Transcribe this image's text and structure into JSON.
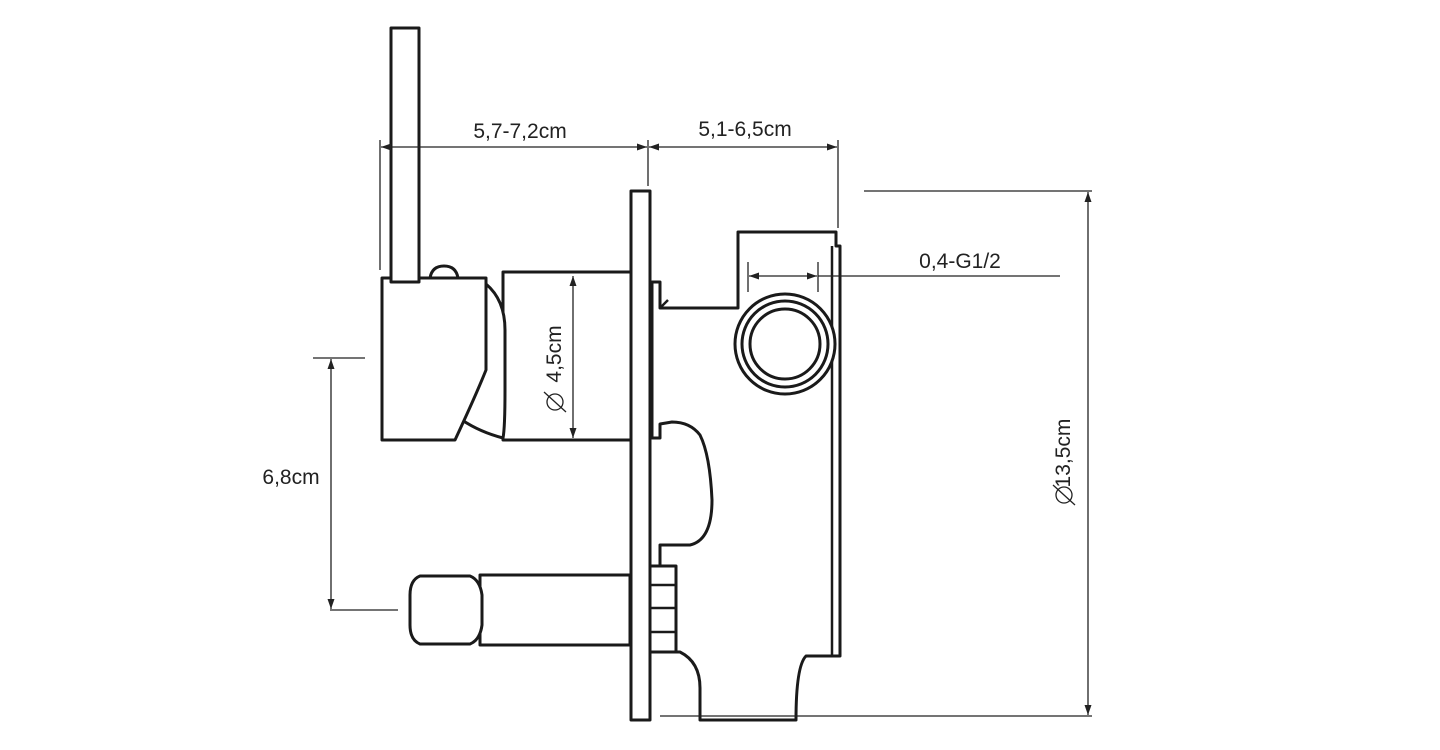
{
  "dimensions": {
    "handle_reach": "5,7-7,2cm",
    "body_depth": "5,1-6,5cm",
    "connection": "0,4-G1/2",
    "rosette_diameter": "4,5cm",
    "center_distance": "6,8cm",
    "plate_diameter": "13,5cm"
  },
  "colors": {
    "line": "#1a1a1a",
    "dimension": "#222222",
    "background": "#ffffff"
  }
}
